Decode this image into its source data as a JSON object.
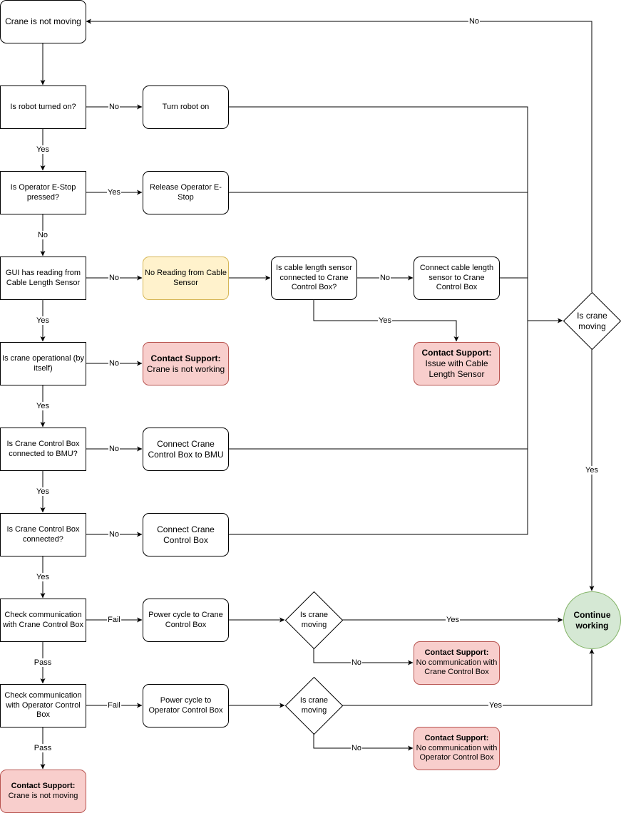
{
  "nodes": {
    "crane_not_moving": "Crane is not moving",
    "robot_on_q": "Is robot turned on?",
    "turn_robot_on": "Turn robot on",
    "estop_q": "Is Operator E-Stop pressed?",
    "release_estop": "Release Operator E-Stop",
    "gui_reading_q": "GUI has reading from Cable Length Sensor",
    "no_reading": "No Reading from Cable Sensor",
    "sensor_connected_q": "Is cable length sensor connected to Crane Control Box?",
    "connect_sensor": "Connect cable length sensor to Crane Control Box",
    "support_sensor_title": "Contact Support:",
    "support_sensor_body": "Issue with Cable Length Sensor",
    "crane_operational_q": "Is crane operational (by itself)",
    "support_crane_title": "Contact Support:",
    "support_crane_body": "Crane is not working",
    "ccb_bmu_q": "Is Crane Control Box connected to BMU?",
    "connect_ccb_bmu": "Connect Crane Control Box to BMU",
    "ccb_connected_q": "Is Crane Control Box connected?",
    "connect_ccb": "Connect Crane Control Box",
    "comm_ccb_q": "Check communication with Crane Control Box",
    "power_cycle_ccb": "Power cycle to Crane Control Box",
    "moving_q1": "Is crane moving",
    "support_comm_ccb_title": "Contact Support:",
    "support_comm_ccb_body": "No communication with Crane Control Box",
    "comm_ocb_q": "Check communication with Operator Control Box",
    "power_cycle_ocb": "Power cycle to Operator Control Box",
    "moving_q2": "Is crane moving",
    "support_comm_ocb_title": "Contact Support:",
    "support_comm_ocb_body": "No communication with Operator Control Box",
    "support_final_title": "Contact Support:",
    "support_final_body": "Crane is not moving",
    "moving_main_q": "Is crane moving",
    "continue_working": "Continue working"
  },
  "edge_labels": {
    "top_no": "No",
    "robot_no": "No",
    "robot_yes": "Yes",
    "estop_yes": "Yes",
    "estop_no": "No",
    "gui_no": "No",
    "gui_yes": "Yes",
    "sensor_no": "No",
    "sensor_yes": "Yes",
    "operational_no": "No",
    "operational_yes": "Yes",
    "bmu_no": "No",
    "bmu_yes": "Yes",
    "ccb_no": "No",
    "ccb_yes": "Yes",
    "comm_ccb_fail": "Fail",
    "comm_ccb_pass": "Pass",
    "moving1_yes": "Yes",
    "moving1_no": "No",
    "comm_ocb_fail": "Fail",
    "comm_ocb_pass": "Pass",
    "moving2_yes": "Yes",
    "moving2_no": "No",
    "main_yes": "Yes"
  },
  "colors": {
    "line": "#000000",
    "warning_fill": "#fff2cc",
    "warning_stroke": "#d6b656",
    "danger_fill": "#f8cecc",
    "danger_stroke": "#b85450",
    "success_fill": "#d5e8d4",
    "success_stroke": "#82b366"
  }
}
